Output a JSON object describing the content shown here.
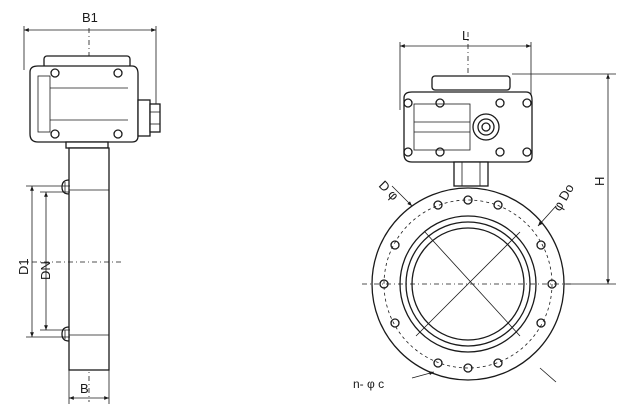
{
  "labels": {
    "b1": "B1",
    "b": "B",
    "d1": "D1",
    "dn": "DN",
    "l": "L",
    "h": "H",
    "d_phi": "D φ",
    "phi_do": "φ Do",
    "n_phi_c": "n- φ c"
  },
  "colors": {
    "line": "#1a1a1a",
    "background": "#ffffff"
  }
}
